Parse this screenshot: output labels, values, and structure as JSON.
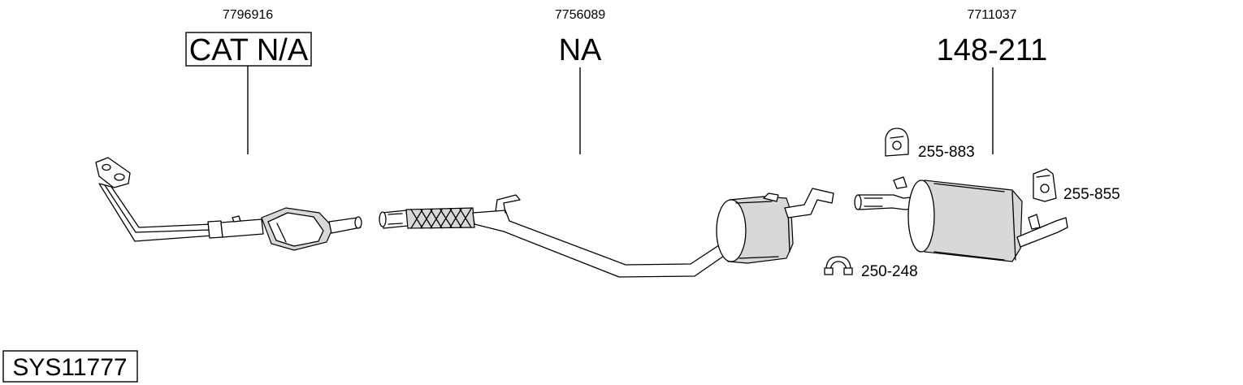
{
  "parts": {
    "front_pipe": {
      "ref": "7796916",
      "code": "CAT N/A"
    },
    "middle_section": {
      "ref": "7756089",
      "code": "NA"
    },
    "rear_silencer": {
      "ref": "7711037",
      "code": "148-211"
    }
  },
  "accessories": {
    "hanger_rubber_1": "255-883",
    "hanger_rubber_2": "255-855",
    "clamp": "250-248"
  },
  "system_code": "SYS11777"
}
